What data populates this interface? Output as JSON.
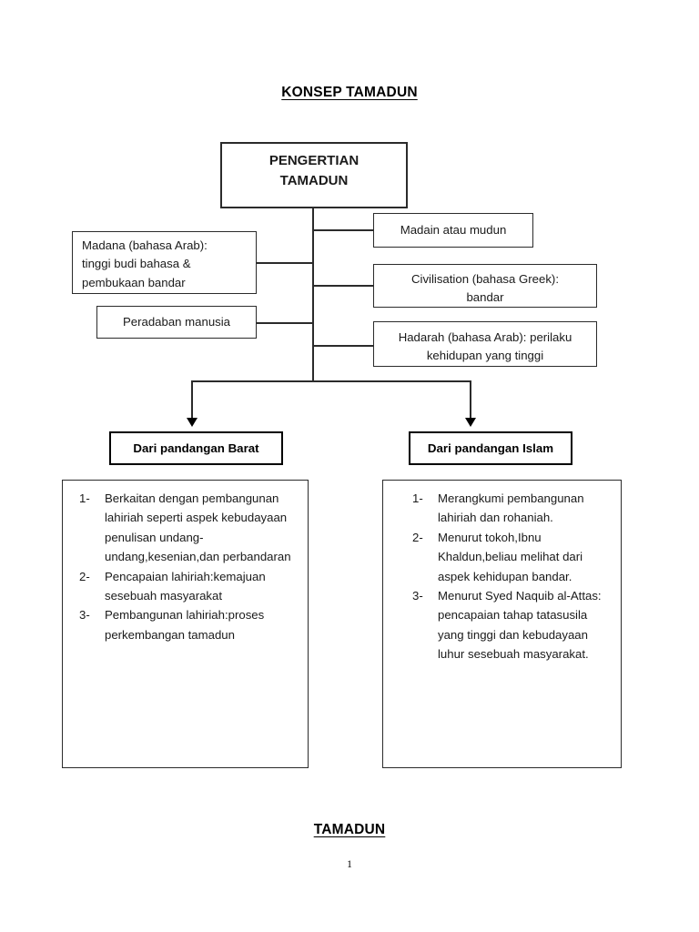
{
  "document": {
    "title_top": "KONSEP TAMADUN",
    "title_bottom": "TAMADUN",
    "page_number": "1"
  },
  "diagram": {
    "root": {
      "line1": "PENGERTIAN",
      "line2": "TAMADUN"
    },
    "left_nodes": [
      {
        "id": "madana",
        "line1": "Madana (bahasa Arab):",
        "line2": "tinggi budi bahasa &",
        "line3": "pembukaan bandar"
      },
      {
        "id": "peradaban",
        "line1": "Peradaban manusia"
      }
    ],
    "right_nodes": [
      {
        "id": "madain",
        "line1": "Madain atau mudun"
      },
      {
        "id": "civilisation",
        "line1": "Civilisation (bahasa Greek):",
        "line2": "bandar"
      },
      {
        "id": "hadarah",
        "line1": "Hadarah (bahasa Arab): perilaku",
        "line2": "kehidupan yang tinggi"
      }
    ],
    "branches": [
      {
        "id": "barat",
        "heading": "Dari pandangan Barat",
        "items": [
          {
            "marker": "1-",
            "text": "Berkaitan dengan pembangunan lahiriah seperti aspek kebudayaan penulisan undang-undang,kesenian,dan perbandaran"
          },
          {
            "marker": "2-",
            "text": "Pencapaian lahiriah:kemajuan sesebuah masyarakat"
          },
          {
            "marker": "3-",
            "text": "Pembangunan lahiriah:proses perkembangan tamadun"
          }
        ]
      },
      {
        "id": "islam",
        "heading": "Dari pandangan Islam",
        "items": [
          {
            "marker": "1-",
            "text": "Merangkumi pembangunan lahiriah dan rohaniah."
          },
          {
            "marker": "2-",
            "text": "Menurut tokoh,Ibnu Khaldun,beliau melihat dari aspek kehidupan bandar."
          },
          {
            "marker": "3-",
            "text": "Menurut Syed Naquib al-Attas: pencapaian tahap tatasusila yang tinggi dan kebudayaan luhur sesebuah masyarakat."
          }
        ]
      }
    ],
    "colors": {
      "line": "#2b2b2b",
      "text": "#1a1a1a",
      "background": "#ffffff"
    }
  }
}
